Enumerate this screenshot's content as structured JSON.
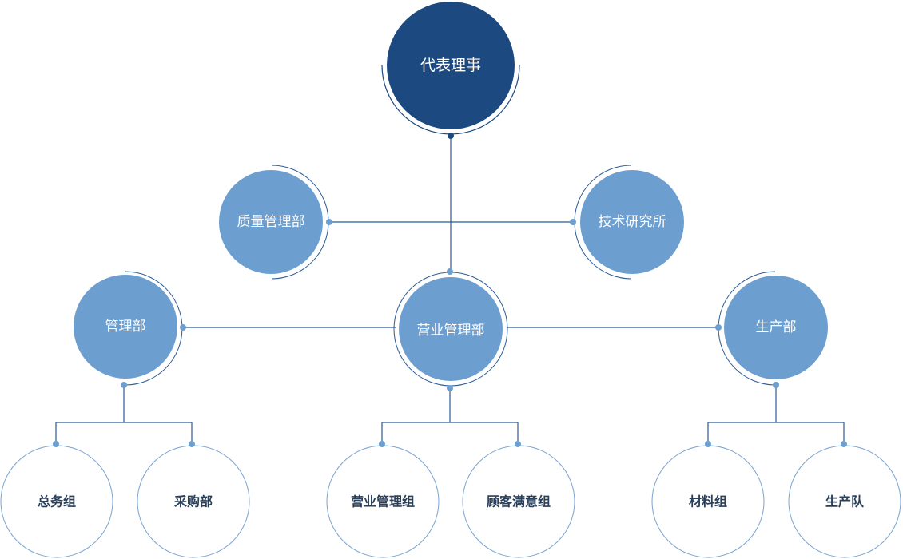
{
  "colors": {
    "root_fill": "#1c4a80",
    "dept_fill": "#6c9fcf",
    "team_stroke": "#7aa3d0",
    "line": "#2a5a94",
    "dot": "#6c9fcf",
    "root_dot": "#1c4a80",
    "text_light": "#ffffff",
    "text_dark": "#2a3f5a"
  },
  "nodes": {
    "root": "代表理事",
    "quality": "质量管理部",
    "tech": "技术研究所",
    "admin": "管理部",
    "sales": "营业管理部",
    "production": "生产部",
    "general_affairs": "总务组",
    "purchasing": "采购部",
    "sales_team": "营业管理组",
    "customer_satisfaction": "顾客满意组",
    "materials": "材料组",
    "production_team": "生产队"
  }
}
